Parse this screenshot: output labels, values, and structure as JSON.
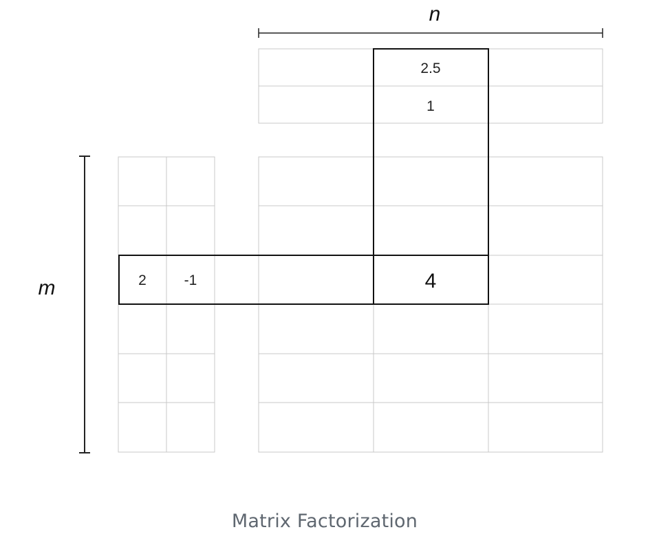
{
  "labels": {
    "n": "n",
    "m": "m"
  },
  "item_vector": {
    "values": [
      "2.5",
      "1"
    ]
  },
  "user_vector": {
    "values": [
      "2",
      "-1"
    ]
  },
  "product_value": "4",
  "caption": "Matrix Factorization",
  "colors": {
    "grid": "#c8c8c8",
    "highlight": "#111111",
    "caption": "#5f6770"
  }
}
